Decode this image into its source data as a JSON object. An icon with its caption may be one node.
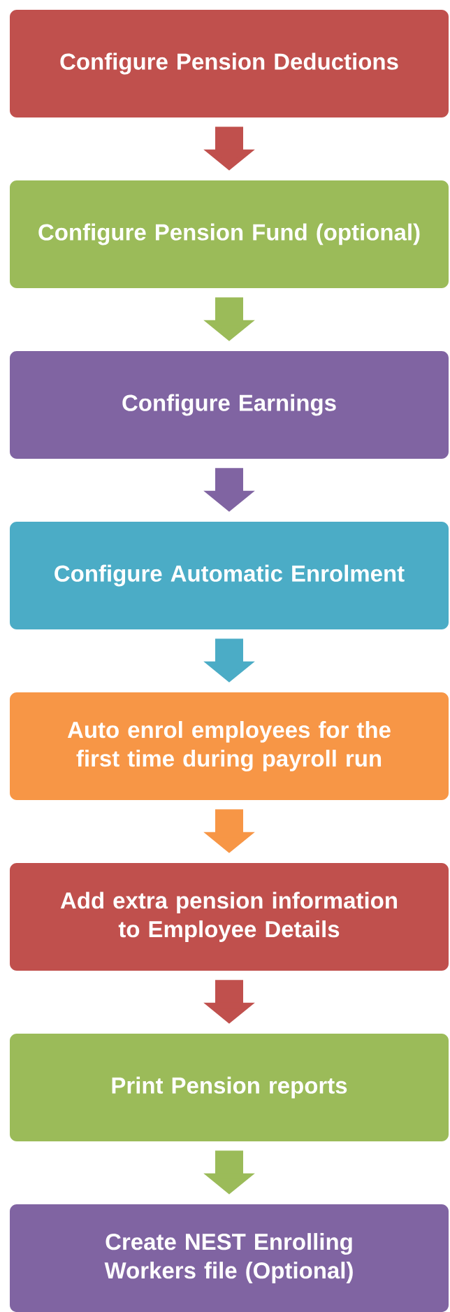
{
  "diagram": {
    "nodes": [
      {
        "text": [
          "Configure Pension Deductions"
        ]
      },
      {
        "text": [
          "Configure Pension Fund (optional)"
        ]
      },
      {
        "text": [
          "Configure Earnings"
        ]
      },
      {
        "text": [
          "Configure Automatic Enrolment"
        ]
      },
      {
        "text": [
          "Auto enrol employees for the first time during payroll run"
        ]
      },
      {
        "text": [
          "Add extra pension information to Employee Details"
        ]
      },
      {
        "text": [
          "Print Pension reports"
        ]
      },
      {
        "text": [
          "Create NEST Enrolling Workers file (Optional)"
        ]
      }
    ],
    "edges": [
      {
        "from": 0,
        "to": 1,
        "arrow": "to",
        "color": "#c0504d"
      },
      {
        "from": 1,
        "to": 2,
        "arrow": "to",
        "color": "#9bbb59"
      },
      {
        "from": 2,
        "to": 3,
        "arrow": "to",
        "color": "#8064a2"
      },
      {
        "from": 3,
        "to": 4,
        "arrow": "to",
        "color": "#4bacc6"
      },
      {
        "from": 4,
        "to": 5,
        "arrow": "to",
        "color": "#f79646"
      },
      {
        "from": 5,
        "to": 6,
        "arrow": "to",
        "color": "#c0504d"
      },
      {
        "from": 6,
        "to": 7,
        "arrow": "to",
        "color": "#9bbb59"
      }
    ]
  }
}
